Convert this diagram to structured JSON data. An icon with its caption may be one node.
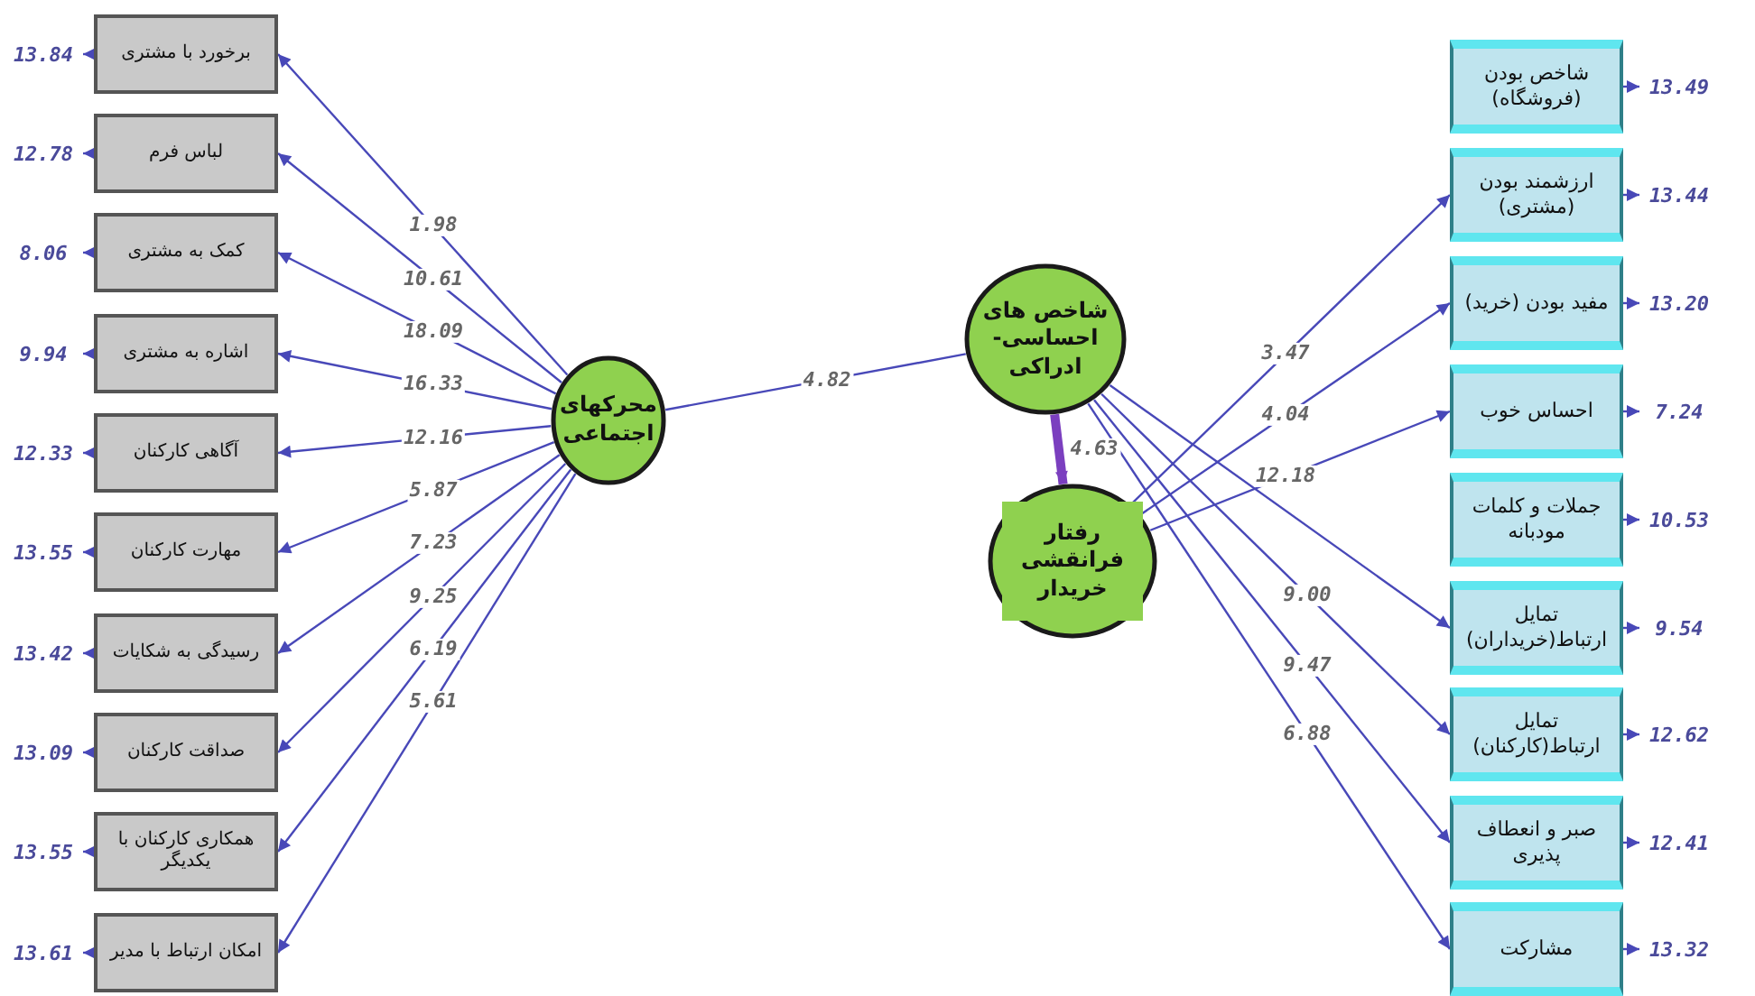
{
  "diagram": {
    "nodes": [
      {
        "text": [
          "13.84"
        ]
      },
      {
        "text": [
          "برخورد با مشتری"
        ]
      },
      {
        "text": [
          "12.78"
        ]
      },
      {
        "text": [
          "لباس فرم"
        ]
      },
      {
        "text": [
          "8.06"
        ]
      },
      {
        "text": [
          "کمک به مشتری"
        ]
      },
      {
        "text": [
          "9.94"
        ]
      },
      {
        "text": [
          "اشاره به مشتری"
        ]
      },
      {
        "text": [
          "12.33"
        ]
      },
      {
        "text": [
          "آگاهی کارکنان"
        ]
      },
      {
        "text": [
          "13.55"
        ]
      },
      {
        "text": [
          "مهارت کارکنان"
        ]
      },
      {
        "text": [
          "13.42"
        ]
      },
      {
        "text": [
          "رسیدگی به شکایات"
        ]
      },
      {
        "text": [
          "13.09"
        ]
      },
      {
        "text": [
          "صداقت کارکنان"
        ]
      },
      {
        "text": [
          "13.55"
        ]
      },
      {
        "text": [
          "همکاری کارکنان با یکدیگر"
        ]
      },
      {
        "text": [
          "13.61"
        ]
      },
      {
        "text": [
          "امکان ارتباط با مدیر"
        ]
      },
      {
        "text": [
          "محرکهای اجتماعی"
        ]
      },
      {
        "text": [
          "شاخص های احساسی-ادراکی"
        ]
      },
      {
        "text": [
          "رفتار فرانقشی خریدار"
        ]
      },
      {
        "text": [
          "شاخص بودن (فروشگاه)"
        ]
      },
      {
        "text": [
          "13.49"
        ]
      },
      {
        "text": [
          "ارزشمند بودن (مشتری)"
        ]
      },
      {
        "text": [
          "13.44"
        ]
      },
      {
        "text": [
          "مفید بودن (خرید)"
        ]
      },
      {
        "text": [
          "13.20"
        ]
      },
      {
        "text": [
          "احساس خوب"
        ]
      },
      {
        "text": [
          "7.24"
        ]
      },
      {
        "text": [
          "جملات و کلمات مودبانه"
        ]
      },
      {
        "text": [
          "10.53"
        ]
      },
      {
        "text": [
          "تمایل ارتباط(خریداران)"
        ]
      },
      {
        "text": [
          "9.54"
        ]
      },
      {
        "text": [
          "تمایل ارتباط(کارکنان)"
        ]
      },
      {
        "text": [
          "12.62"
        ]
      },
      {
        "text": [
          "صبر و انعطاف پذیری"
        ]
      },
      {
        "text": [
          "12.41"
        ]
      },
      {
        "text": [
          "مشارکت"
        ]
      },
      {
        "text": [
          "13.32"
        ]
      }
    ],
    "edges": [
      {
        "from": 1,
        "to": 0,
        "arrow": "to"
      },
      {
        "from": 3,
        "to": 2,
        "arrow": "to"
      },
      {
        "from": 5,
        "to": 4,
        "arrow": "to"
      },
      {
        "from": 7,
        "to": 6,
        "arrow": "to"
      },
      {
        "from": 9,
        "to": 8,
        "arrow": "to"
      },
      {
        "from": 11,
        "to": 10,
        "arrow": "to"
      },
      {
        "from": 13,
        "to": 12,
        "arrow": "to"
      },
      {
        "from": 15,
        "to": 14,
        "arrow": "to"
      },
      {
        "from": 17,
        "to": 16,
        "arrow": "to"
      },
      {
        "from": 19,
        "to": 18,
        "arrow": "to"
      },
      {
        "from": 20,
        "to": 1,
        "arrow": "to",
        "label": "1.98"
      },
      {
        "from": 20,
        "to": 3,
        "arrow": "to",
        "label": "10.61"
      },
      {
        "from": 20,
        "to": 5,
        "arrow": "to",
        "label": "18.09"
      },
      {
        "from": 20,
        "to": 7,
        "arrow": "to",
        "label": "16.33"
      },
      {
        "from": 20,
        "to": 9,
        "arrow": "to",
        "label": "12.16"
      },
      {
        "from": 20,
        "to": 11,
        "arrow": "to",
        "label": "5.87"
      },
      {
        "from": 20,
        "to": 13,
        "arrow": "to",
        "label": "7.23"
      },
      {
        "from": 20,
        "to": 15,
        "arrow": "to",
        "label": "9.25"
      },
      {
        "from": 20,
        "to": 17,
        "arrow": "to",
        "label": "6.19"
      },
      {
        "from": 20,
        "to": 19,
        "arrow": "to",
        "label": "5.61"
      },
      {
        "from": 20,
        "to": 21,
        "arrow": "none",
        "label": "4.82"
      },
      {
        "from": 21,
        "to": 22,
        "arrow": "to",
        "label": "4.63",
        "style": "thick",
        "color": "#7b3fbf"
      },
      {
        "from": 22,
        "to": 25,
        "arrow": "to",
        "label": "3.47"
      },
      {
        "from": 22,
        "to": 27,
        "arrow": "to",
        "label": "4.04"
      },
      {
        "from": 22,
        "to": 29,
        "arrow": "to",
        "label": "12.18"
      },
      {
        "from": 21,
        "to": 33,
        "arrow": "to"
      },
      {
        "from": 21,
        "to": 35,
        "arrow": "to",
        "label": "9.00"
      },
      {
        "from": 21,
        "to": 37,
        "arrow": "to",
        "label": "9.47"
      },
      {
        "from": 21,
        "to": 39,
        "arrow": "to",
        "label": "6.88"
      },
      {
        "from": 23,
        "to": 24,
        "arrow": "to"
      },
      {
        "from": 25,
        "to": 26,
        "arrow": "to"
      },
      {
        "from": 27,
        "to": 28,
        "arrow": "to"
      },
      {
        "from": 29,
        "to": 30,
        "arrow": "to"
      },
      {
        "from": 31,
        "to": 32,
        "arrow": "to"
      },
      {
        "from": 33,
        "to": 34,
        "arrow": "to"
      },
      {
        "from": 35,
        "to": 36,
        "arrow": "to"
      },
      {
        "from": 37,
        "to": 38,
        "arrow": "to"
      },
      {
        "from": 39,
        "to": 40,
        "arrow": "to"
      }
    ]
  }
}
